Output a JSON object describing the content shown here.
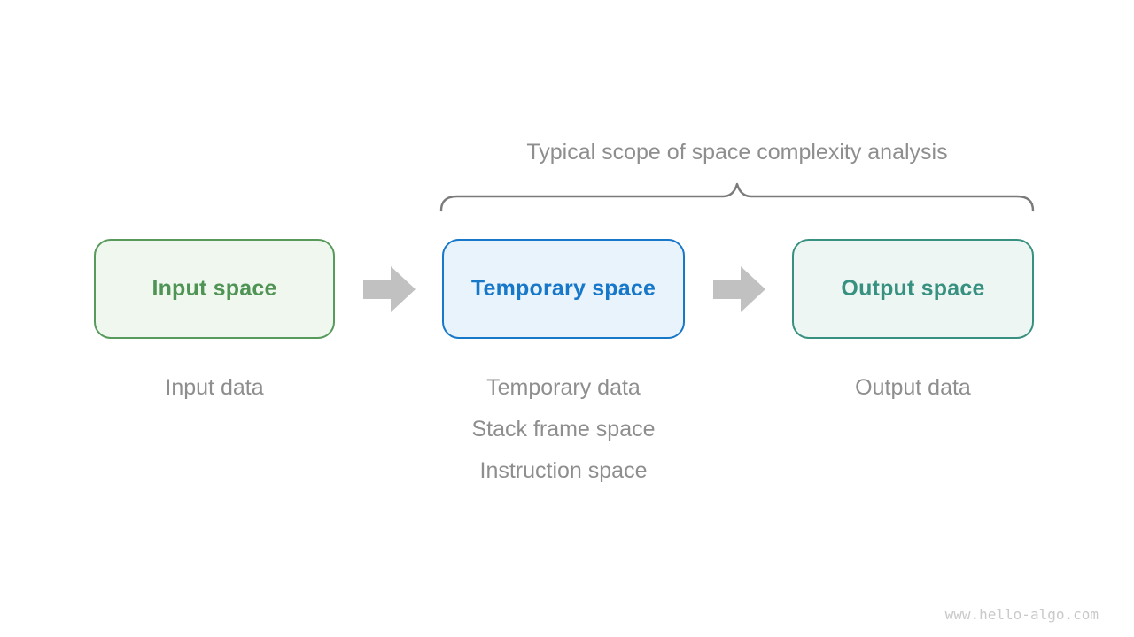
{
  "title": "Typical scope of space complexity analysis",
  "boxes": [
    {
      "id": "input-space",
      "label": "Input space"
    },
    {
      "id": "temporary-space",
      "label": "Temporary space"
    },
    {
      "id": "output-space",
      "label": "Output space"
    }
  ],
  "annotations": {
    "input": {
      "line1": "Input data"
    },
    "temporary": {
      "line1": "Temporary data",
      "line2": "Stack frame space",
      "line3": "Instruction space"
    },
    "output": {
      "line1": "Output data"
    }
  },
  "watermark": "www.hello-algo.com",
  "icons": {
    "arrow": "arrow-right",
    "brace": "curly-brace-top"
  },
  "theme": {
    "bg": "#ffffff",
    "input-border": "#579a5b",
    "input-fill": "#eff7ef",
    "input-text": "#4f9454",
    "temp-border": "#1777c9",
    "temp-fill": "#e9f3fc",
    "temp-text": "#1777c9",
    "output-border": "#389180",
    "output-fill": "#edf6f2",
    "output-text": "#389180",
    "gray-text": "#8e8e8e",
    "brace-color": "#7b7b7b",
    "arrow-color": "#c1c1c1",
    "watermark-color": "#c9c9c9"
  }
}
